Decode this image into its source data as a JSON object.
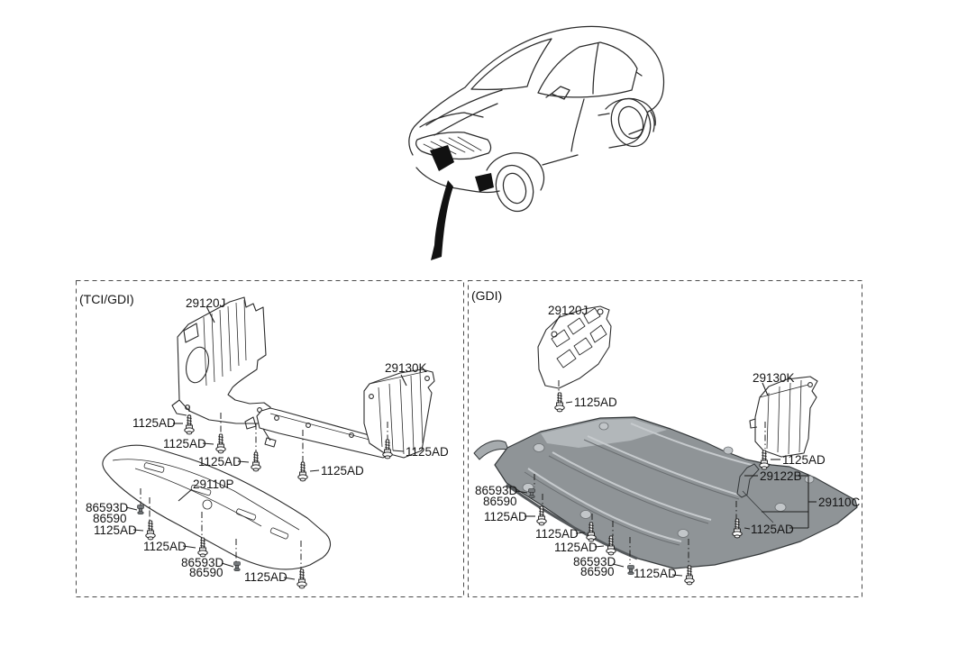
{
  "diagram": {
    "left_panel": {
      "variant": "(TCI/GDI)",
      "parts": {
        "side_cover": "29120J",
        "side_cover_rh": "29130K",
        "front_under_cover": "29110P"
      },
      "fasteners": {
        "bolt": "1125AD",
        "screw": "86593D",
        "clip": "86590"
      }
    },
    "right_panel": {
      "variant": "(GDI)",
      "parts": {
        "side_cover": "29120J",
        "side_cover_rh": "29130K",
        "under_cover": "29110C",
        "bracket": "29122B"
      },
      "fasteners": {
        "bolt": "1125AD",
        "screw": "86593D",
        "clip": "86590"
      }
    }
  }
}
